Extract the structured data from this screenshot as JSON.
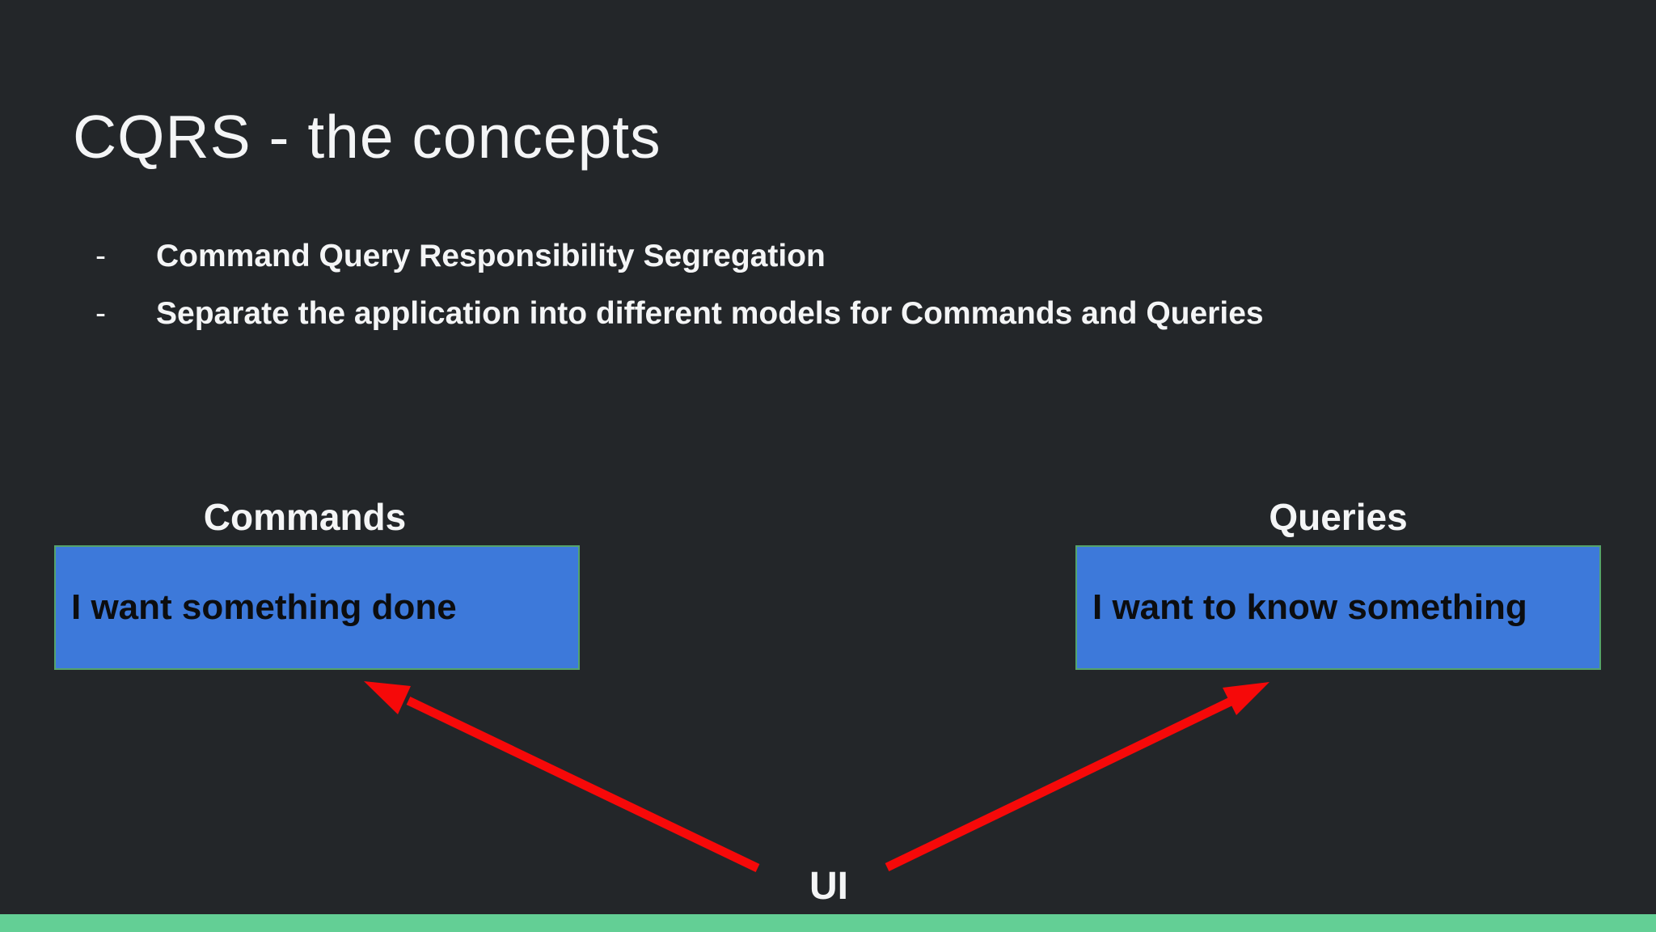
{
  "slide": {
    "title": "CQRS - the concepts",
    "bullet_marker": "-",
    "bullets": [
      "Command Query Responsibility Segregation",
      "Separate the application into different models for Commands and Queries"
    ],
    "commands_section": {
      "label": "Commands",
      "box_text": "I want something done"
    },
    "queries_section": {
      "label": "Queries",
      "box_text": "I want to know something"
    },
    "ui_label": "UI",
    "colors": {
      "background": "#232629",
      "heading_text": "#f4f5f6",
      "box_fill": "#3d79da",
      "box_border": "#55a36b",
      "box_text": "#0c0d0f",
      "arrow": "#f60909",
      "footer_bar": "#63cf95"
    }
  }
}
